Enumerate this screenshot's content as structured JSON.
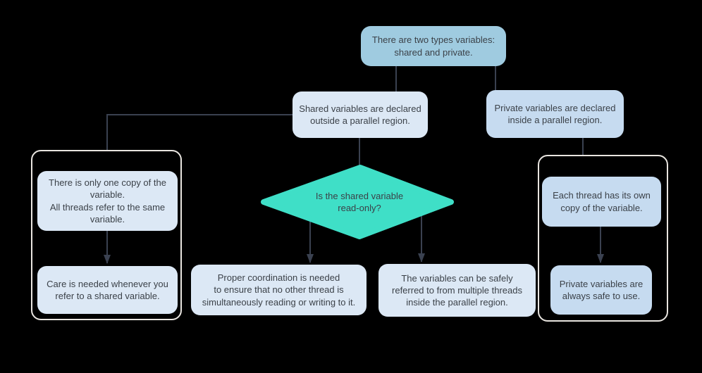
{
  "diagram": {
    "title": "Shared vs private variables flowchart",
    "background": "#000000"
  },
  "colors": {
    "top_box": "#9fcbe0",
    "light_box": "#dce8f5",
    "blue_box": "#c6dbf0",
    "diamond": "#3fdfc7",
    "line": "#3a4150",
    "container_border": "#e9e5e0",
    "text": "#3b4148",
    "background": "#000000"
  },
  "nodes": {
    "root": {
      "text": "There are two types variables:\nshared and private."
    },
    "shared": {
      "text": "Shared variables are declared\noutside a parallel region."
    },
    "private": {
      "text": "Private variables are declared\ninside a parallel region."
    },
    "decision": {
      "text": "Is the shared variable\nread-only?"
    },
    "shared_copy": {
      "text": "There is only one copy of the\nvariable.\nAll threads refer to the same\nvariable."
    },
    "shared_care": {
      "text": "Care is needed whenever you\nrefer to a shared variable."
    },
    "coordination": {
      "text": "Proper coordination is needed\nto ensure that no other thread is\nsimultaneously reading or writing to it."
    },
    "safe_refer": {
      "text": "The variables can be safely\nreferred to from multiple threads\ninside the parallel region."
    },
    "own_copy": {
      "text": "Each thread has its own\ncopy of the variable."
    },
    "private_safe": {
      "text": "Private variables are\nalways safe to use."
    }
  },
  "edges": [
    {
      "from": "root",
      "to": "shared",
      "arrow": false
    },
    {
      "from": "root",
      "to": "private",
      "arrow": false
    },
    {
      "from": "shared",
      "to": "shared-group",
      "arrow": false
    },
    {
      "from": "shared",
      "to": "decision",
      "arrow": false
    },
    {
      "from": "decision",
      "to": "coordination",
      "arrow": true
    },
    {
      "from": "decision",
      "to": "safe_refer",
      "arrow": true
    },
    {
      "from": "private",
      "to": "private-group",
      "arrow": false
    },
    {
      "from": "shared_copy",
      "to": "shared_care",
      "arrow": true
    },
    {
      "from": "own_copy",
      "to": "private_safe",
      "arrow": true
    }
  ]
}
